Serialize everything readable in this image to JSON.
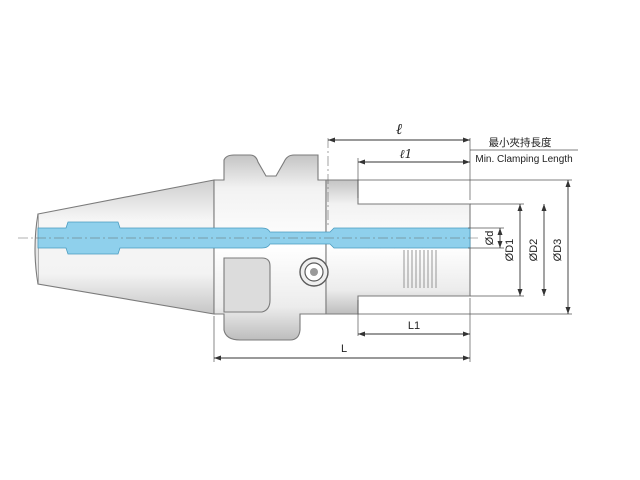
{
  "labels": {
    "ell": "ℓ",
    "ell1": "ℓ1",
    "min_clamp_cn": "最小夾持長度",
    "min_clamp_en": "Min. Clamping Length",
    "L": "L",
    "L1": "L1",
    "d": "Ød",
    "D1": "ØD1",
    "D2": "ØD2",
    "D3": "ØD3"
  },
  "colors": {
    "bore": "#8fd0ec",
    "body_light": "#f6f6f6",
    "body_shade": "#c9c9c9",
    "outline": "#7b7b7b",
    "dimension": "#333333"
  },
  "icons": {
    "clamp_screw": "hex-socket-screw-icon"
  }
}
